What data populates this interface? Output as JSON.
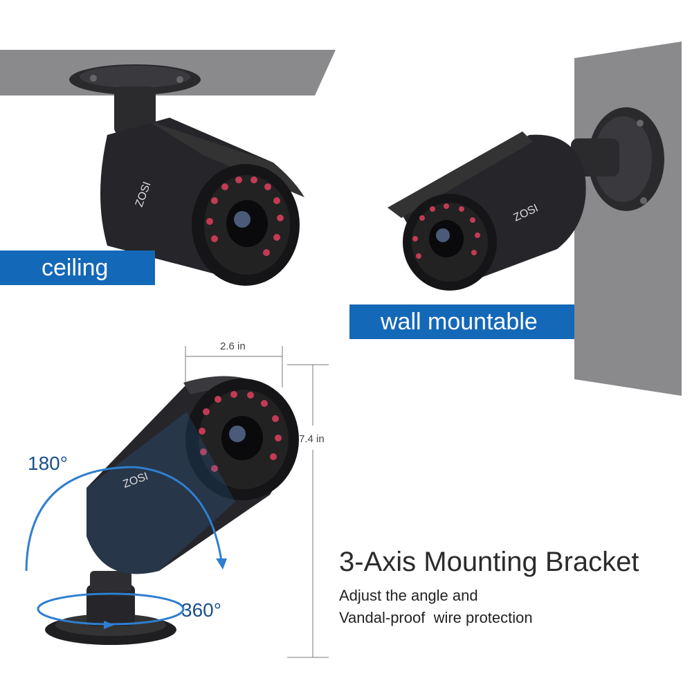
{
  "labels": {
    "ceiling": "ceiling",
    "wall": "wall mountable"
  },
  "dimensions": {
    "width": "2.6 in",
    "height": "7.4 in"
  },
  "rotation": {
    "tilt": "180°",
    "pan": "360°"
  },
  "feature": {
    "title": "3-Axis Mounting Bracket",
    "line1": "Adjust the angle and",
    "line2": "Vandal-proof  wire protection"
  },
  "brand": "ZOSI",
  "colors": {
    "label_blue": "#1468b8",
    "surface_gray": "#8a8a8c",
    "camera_body": "#1f1f22",
    "arc_blue": "#2f7fd0"
  }
}
